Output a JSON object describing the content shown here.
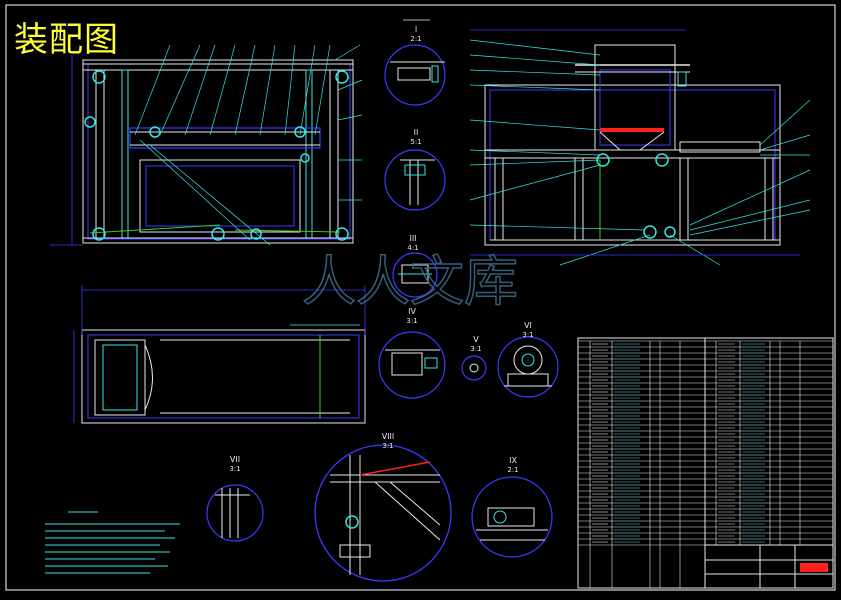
{
  "title": "装配图",
  "views": {
    "I": {
      "roman": "I",
      "scale": "2:1"
    },
    "II": {
      "roman": "II",
      "scale": "5:1"
    },
    "III": {
      "roman": "III",
      "scale": "4:1"
    },
    "IV": {
      "roman": "IV",
      "scale": "3:1"
    },
    "V": {
      "roman": "V",
      "scale": "3:1"
    },
    "VI": {
      "roman": "VI",
      "scale": "3:1"
    },
    "VII": {
      "roman": "VII",
      "scale": "3:1"
    },
    "VIII": {
      "roman": "VIII",
      "scale": "3:1"
    },
    "IX": {
      "roman": "IX",
      "scale": "2:1"
    }
  },
  "watermark": "人人文库",
  "colors": {
    "background": "#000000",
    "frame": "#ffffff",
    "line_blue": "#3a3aff",
    "line_cyan": "#33e5e5",
    "line_green": "#33cc33",
    "line_white": "#e8e8e8",
    "title": "#ffff33",
    "accent_red": "#ff2020",
    "watermark": "#3f6f8f"
  }
}
